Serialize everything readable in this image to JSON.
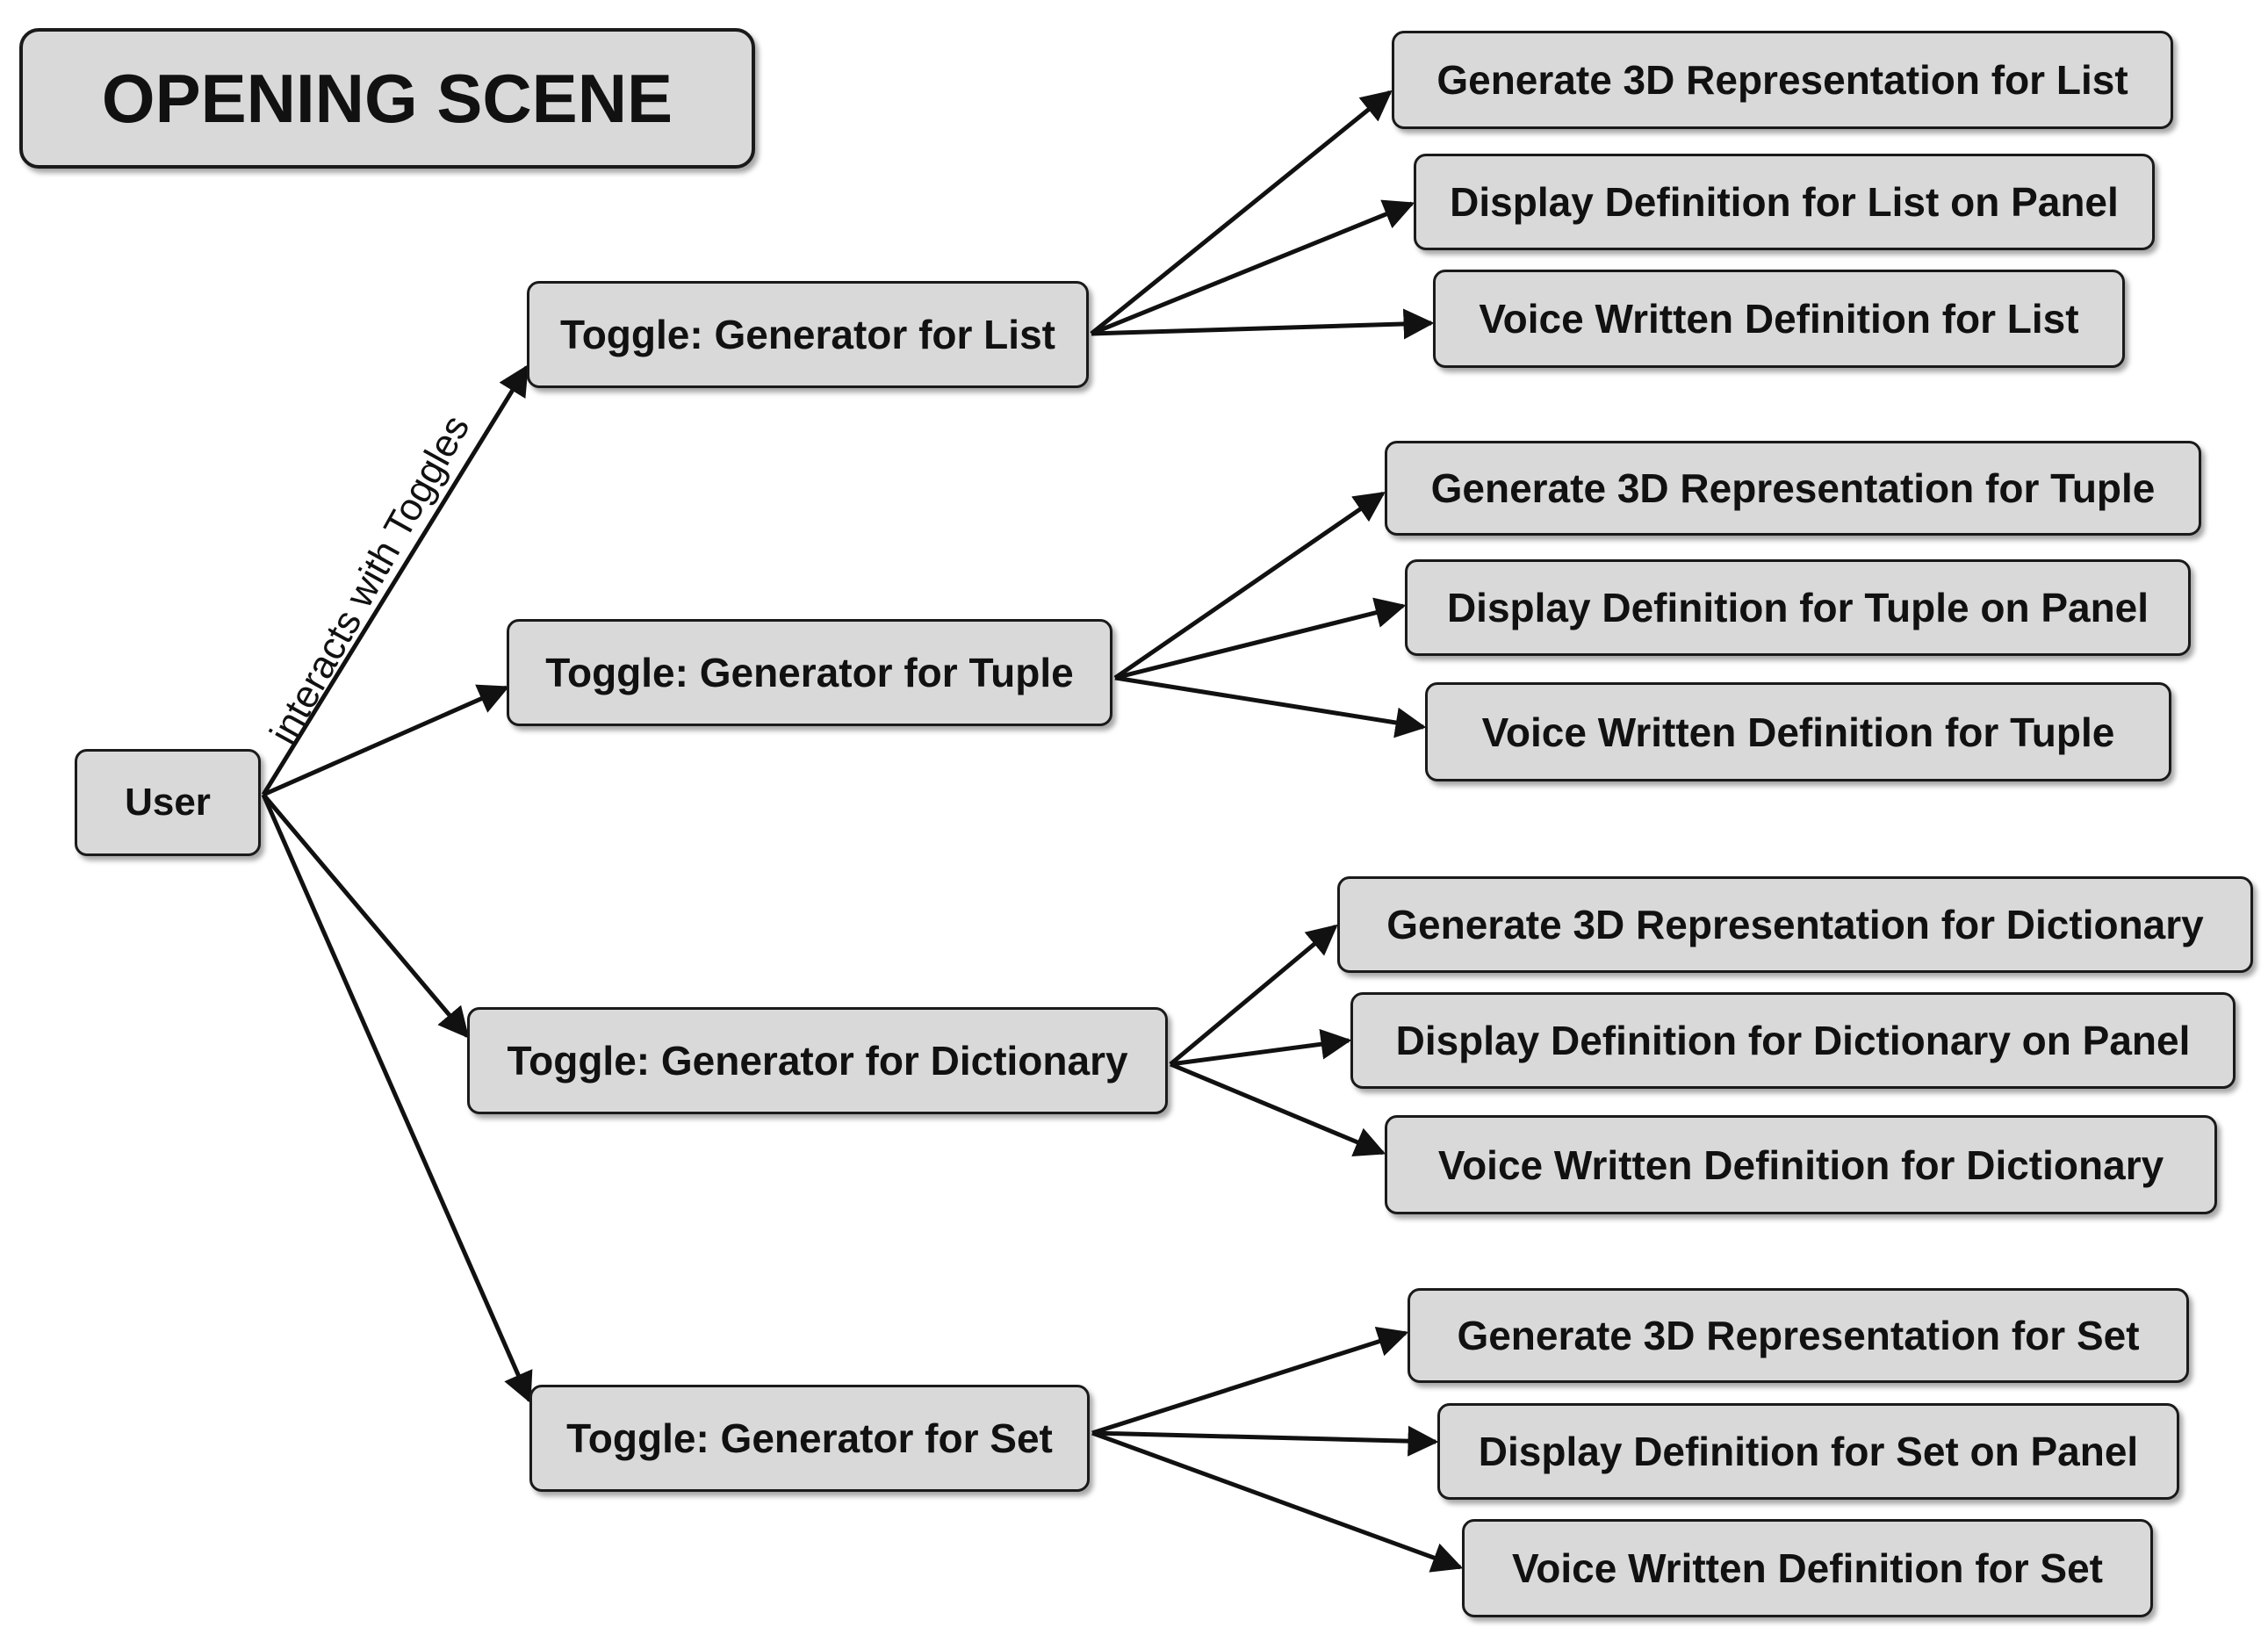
{
  "title": "OPENING SCENE",
  "user": "User",
  "edge_label": "interacts with Toggles",
  "toggles": [
    "Toggle: Generator for List",
    "Toggle: Generator for Tuple",
    "Toggle: Generator for Dictionary",
    "Toggle: Generator for Set"
  ],
  "actions": [
    [
      "Generate 3D Representation for List",
      "Display Definition for List on Panel",
      "Voice Written Definition for List"
    ],
    [
      "Generate 3D Representation for Tuple",
      "Display Definition for Tuple on Panel",
      "Voice Written Definition for Tuple"
    ],
    [
      "Generate 3D Representation for Dictionary",
      "Display Definition for Dictionary on Panel",
      "Voice Written Definition for Dictionary"
    ],
    [
      "Generate 3D Representation for Set",
      "Display Definition for Set on Panel",
      "Voice Written Definition for Set"
    ]
  ]
}
